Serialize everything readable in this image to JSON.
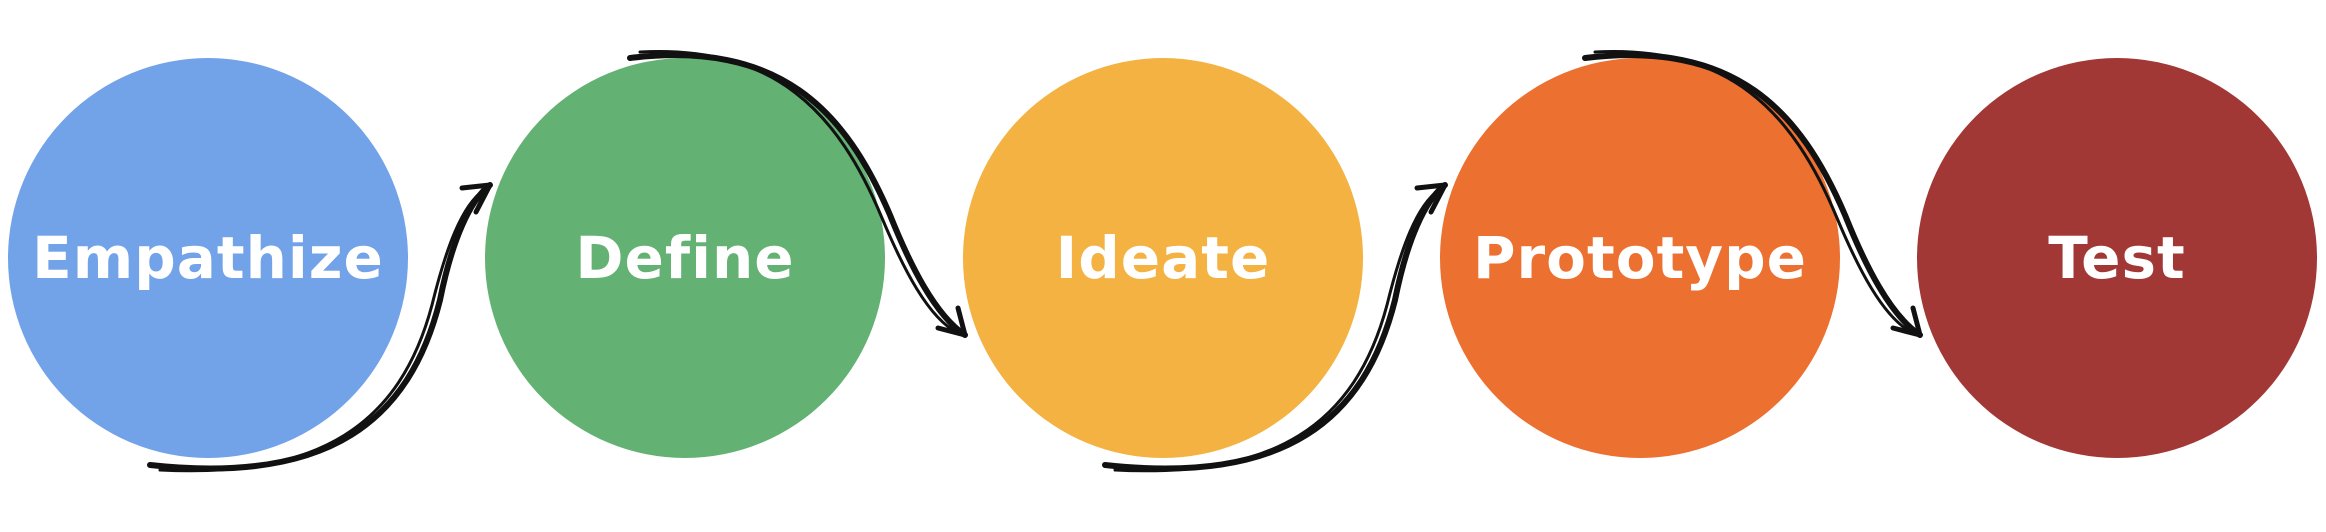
{
  "stages": [
    {
      "label": "Empathize",
      "color": "#72A2E8"
    },
    {
      "label": "Define",
      "color": "#64B273"
    },
    {
      "label": "Ideate",
      "color": "#F3B241"
    },
    {
      "label": "Prototype",
      "color": "#EC7030"
    },
    {
      "label": "Test",
      "color": "#A13836"
    }
  ],
  "arrow_color": "#111111"
}
